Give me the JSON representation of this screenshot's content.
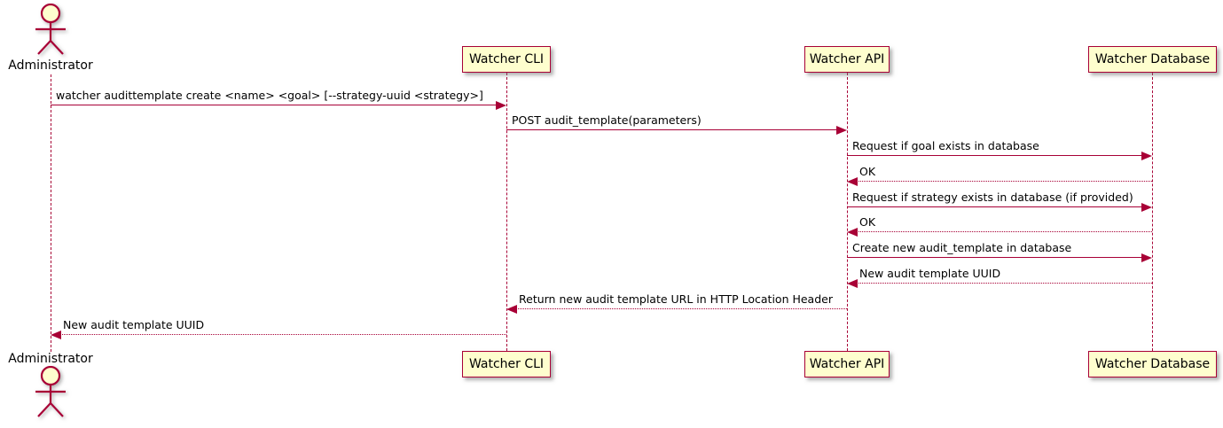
{
  "diagram": {
    "type": "sequence-diagram",
    "colors": {
      "line": "#A80036",
      "participant_fill": "#FEFECE",
      "text": "#000000",
      "background": "#ffffff"
    },
    "actor": {
      "id": "admin",
      "label": "Administrator"
    },
    "participants": [
      {
        "id": "cli",
        "label": "Watcher CLI"
      },
      {
        "id": "api",
        "label": "Watcher API"
      },
      {
        "id": "db",
        "label": "Watcher Database"
      }
    ],
    "messages": [
      {
        "from": "admin",
        "to": "cli",
        "style": "solid",
        "label": "watcher audittemplate create <name> <goal> [--strategy-uuid <strategy>]"
      },
      {
        "from": "cli",
        "to": "api",
        "style": "solid",
        "label": "POST audit_template(parameters)"
      },
      {
        "from": "api",
        "to": "db",
        "style": "solid",
        "label": "Request if goal exists in database"
      },
      {
        "from": "db",
        "to": "api",
        "style": "dashed",
        "label": "OK"
      },
      {
        "from": "api",
        "to": "db",
        "style": "solid",
        "label": "Request if strategy exists in database (if provided)"
      },
      {
        "from": "db",
        "to": "api",
        "style": "dashed",
        "label": "OK"
      },
      {
        "from": "api",
        "to": "db",
        "style": "solid",
        "label": "Create new audit_template in database"
      },
      {
        "from": "db",
        "to": "api",
        "style": "dashed",
        "label": "New audit template UUID"
      },
      {
        "from": "api",
        "to": "cli",
        "style": "dashed",
        "label": "Return new audit template URL in HTTP Location Header"
      },
      {
        "from": "cli",
        "to": "admin",
        "style": "dashed",
        "label": "New audit template UUID"
      }
    ]
  }
}
